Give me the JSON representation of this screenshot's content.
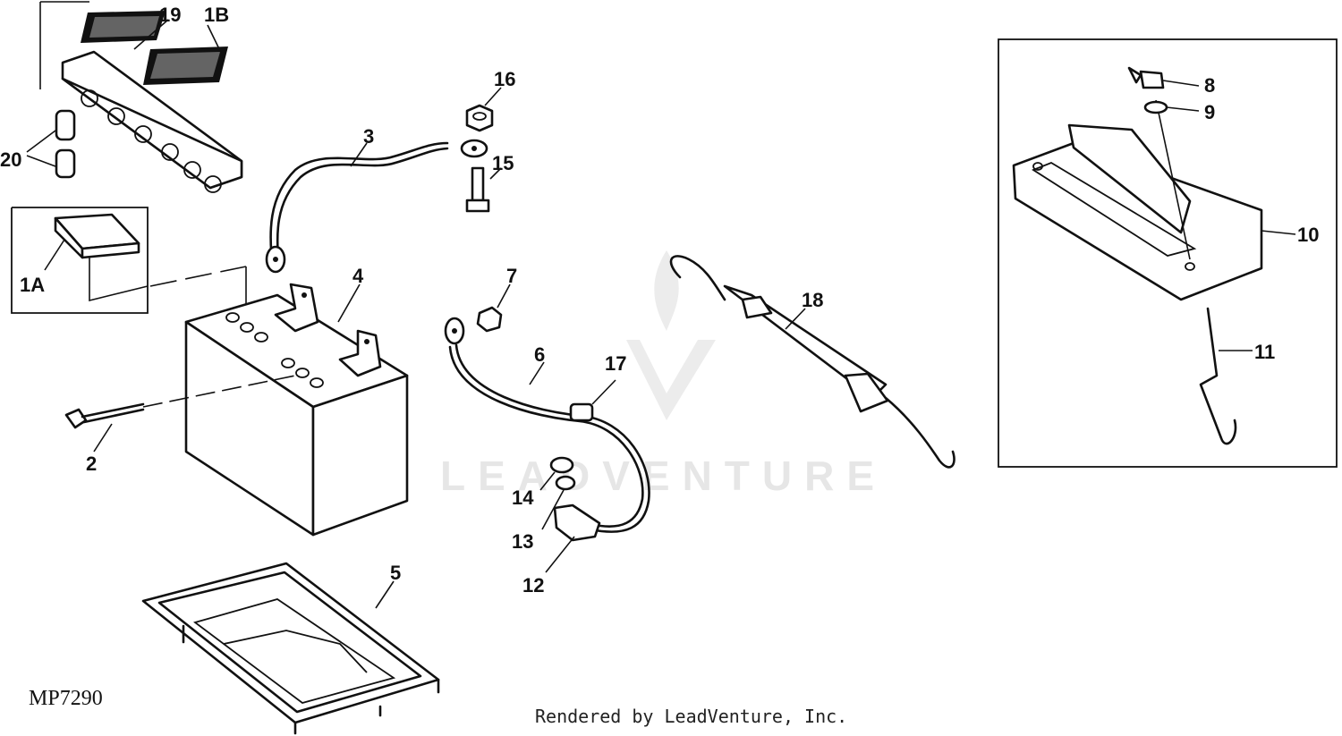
{
  "diagram": {
    "watermark_text": "LEADVENTURE",
    "drawing_code": "MP7290",
    "credit": "Rendered by LeadVenture, Inc.",
    "callouts": {
      "c19": "19",
      "c1b": "1B",
      "c20": "20",
      "c1a": "1A",
      "c2": "2",
      "c3": "3",
      "c4": "4",
      "c5": "5",
      "c6": "6",
      "c7": "7",
      "c8": "8",
      "c9": "9",
      "c10": "10",
      "c11": "11",
      "c12": "12",
      "c13": "13",
      "c14": "14",
      "c15": "15",
      "c16": "16",
      "c17": "17",
      "c18": "18"
    }
  }
}
